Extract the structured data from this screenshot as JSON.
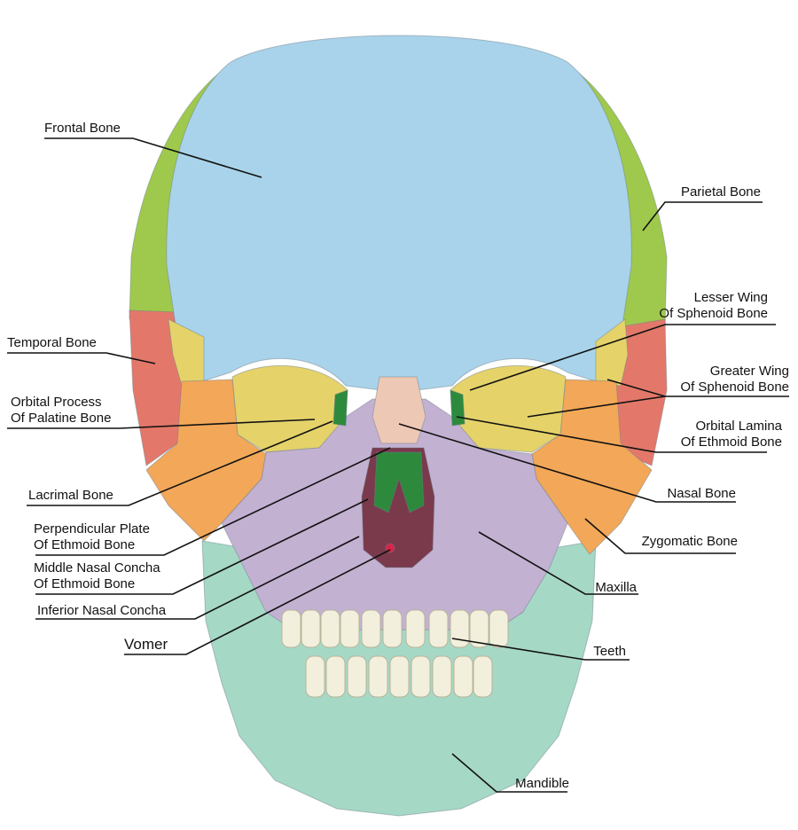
{
  "colors": {
    "frontal": "#a9d3ea",
    "parietal": "#9fc94c",
    "temporal": "#e3786a",
    "sphenoid": "#e5d36a",
    "zygomatic": "#f2a858",
    "maxilla": "#c3b1d2",
    "nasal": "#edc8b4",
    "mandible": "#a6d8c6",
    "teeth": "#f2efdc",
    "ethmoid": "#2d8a3d",
    "cavity": "#7a3a4c",
    "palatine": "#d8234a"
  },
  "labels": {
    "frontal_bone": "Frontal Bone",
    "parietal_bone": "Parietal Bone",
    "lesser_wing_1": "Lesser Wing",
    "lesser_wing_2": "Of Sphenoid Bone",
    "temporal_bone": "Temporal Bone",
    "greater_wing_1": "Greater Wing",
    "greater_wing_2": "Of Sphenoid Bone",
    "orbital_process_1": "Orbital Process",
    "orbital_process_2": "Of Palatine Bone",
    "orbital_lamina_1": "Orbital Lamina",
    "orbital_lamina_2": "Of Ethmoid Bone",
    "lacrimal_bone": "Lacrimal Bone",
    "nasal_bone": "Nasal Bone",
    "perpendicular_plate_1": "Perpendicular Plate",
    "perpendicular_plate_2": "Of Ethmoid Bone",
    "zygomatic_bone": "Zygomatic Bone",
    "middle_concha_1": "Middle Nasal Concha",
    "middle_concha_2": "Of Ethmoid Bone",
    "maxilla": "Maxilla",
    "inferior_concha": "Inferior Nasal Concha",
    "vomer": "Vomer",
    "teeth": "Teeth",
    "mandible": "Mandible"
  }
}
